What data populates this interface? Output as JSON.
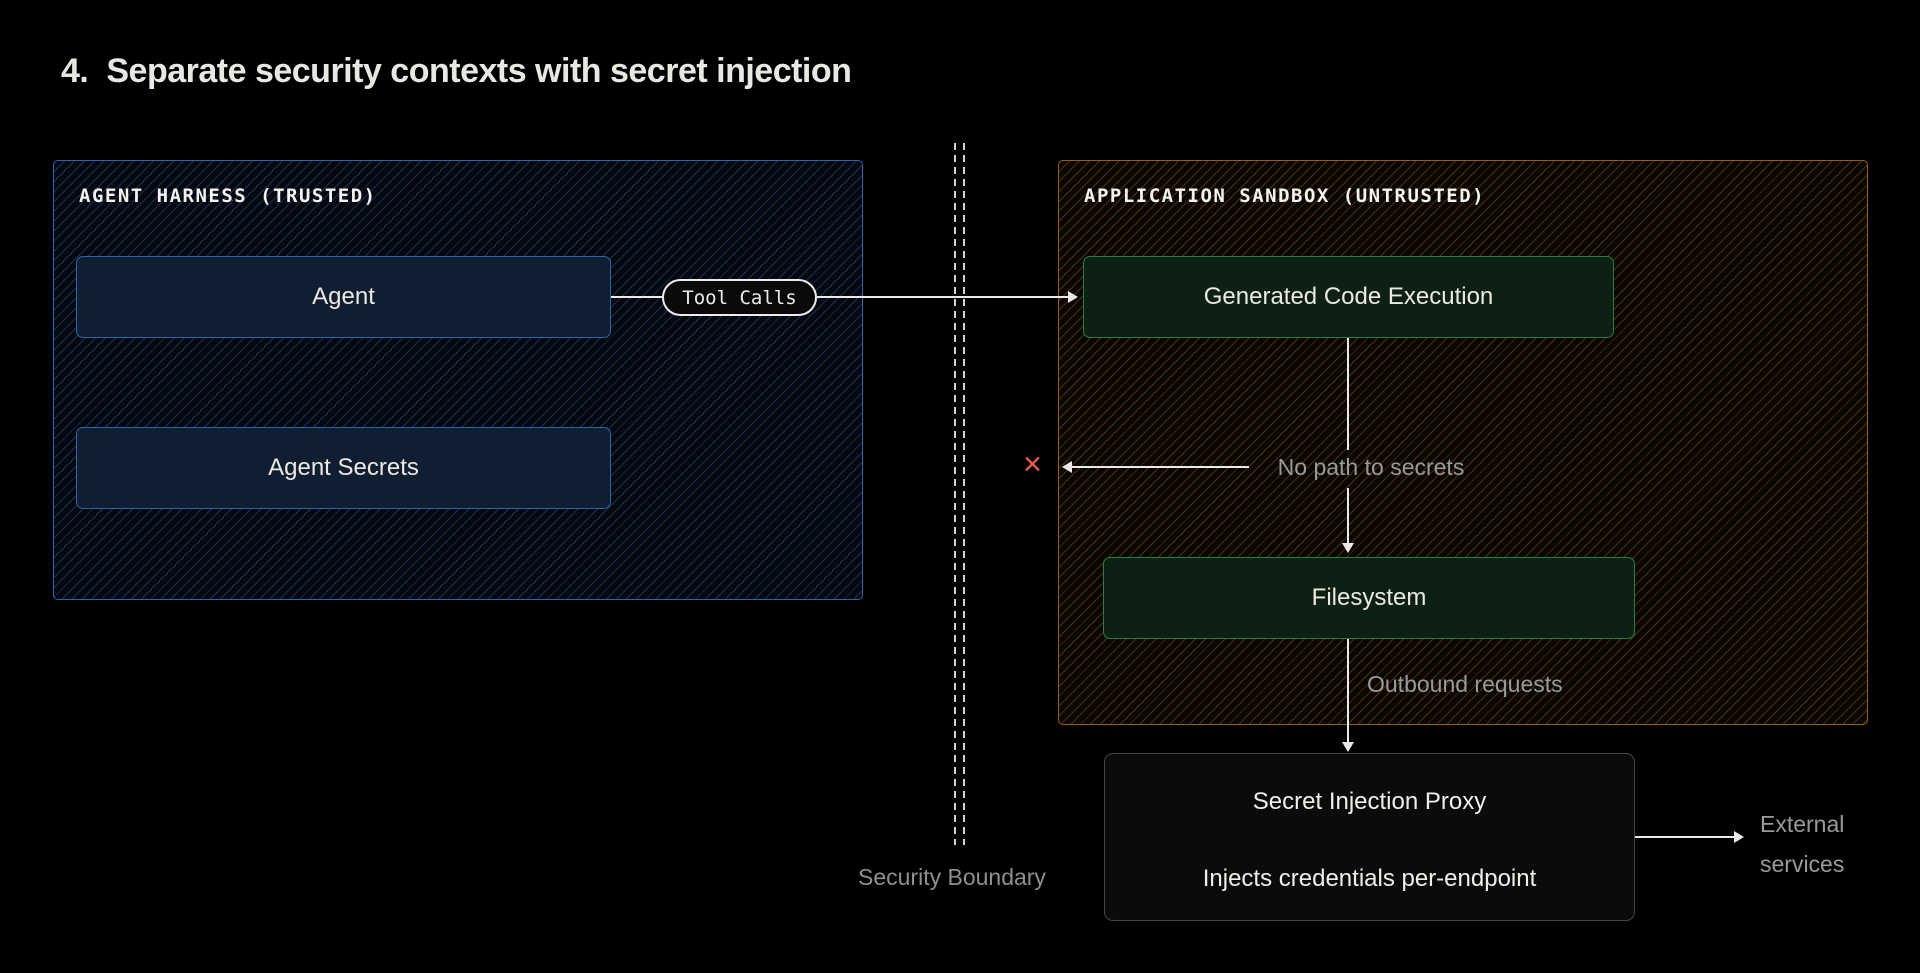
{
  "page": {
    "title_number": "4.",
    "title": "Separate security contexts with secret injection"
  },
  "harness": {
    "header": "AGENT HARNESS (TRUSTED)",
    "agent_label": "Agent",
    "secrets_label": "Agent Secrets"
  },
  "tool_calls_badge": "Tool Calls",
  "sandbox": {
    "header": "APPLICATION SANDBOX (UNTRUSTED)",
    "code_exec_label": "Generated Code Execution",
    "filesystem_label": "Filesystem"
  },
  "proxy": {
    "title": "Secret Injection Proxy",
    "subtitle": "Injects credentials per-endpoint"
  },
  "annotations": {
    "no_path": "No path to secrets",
    "blocked_mark": "✕",
    "outbound": "Outbound requests",
    "security_boundary": "Security Boundary",
    "external_line1": "External",
    "external_line2": "services"
  },
  "colors": {
    "background": "#000000",
    "trusted_border": "#2b66ad",
    "trusted_node_fill": "#101e32",
    "trusted_hatch": "#1b3054",
    "untrusted_border": "#9a5c12",
    "untrusted_hatch": "#4c3108",
    "exec_node_fill": "#0c2113",
    "exec_node_border": "#2c7b45",
    "proxy_border": "#454545",
    "arrow_line": "#e9e9e9",
    "muted_label": "#9a9a9a",
    "blocked_x": "#de5b4f"
  }
}
